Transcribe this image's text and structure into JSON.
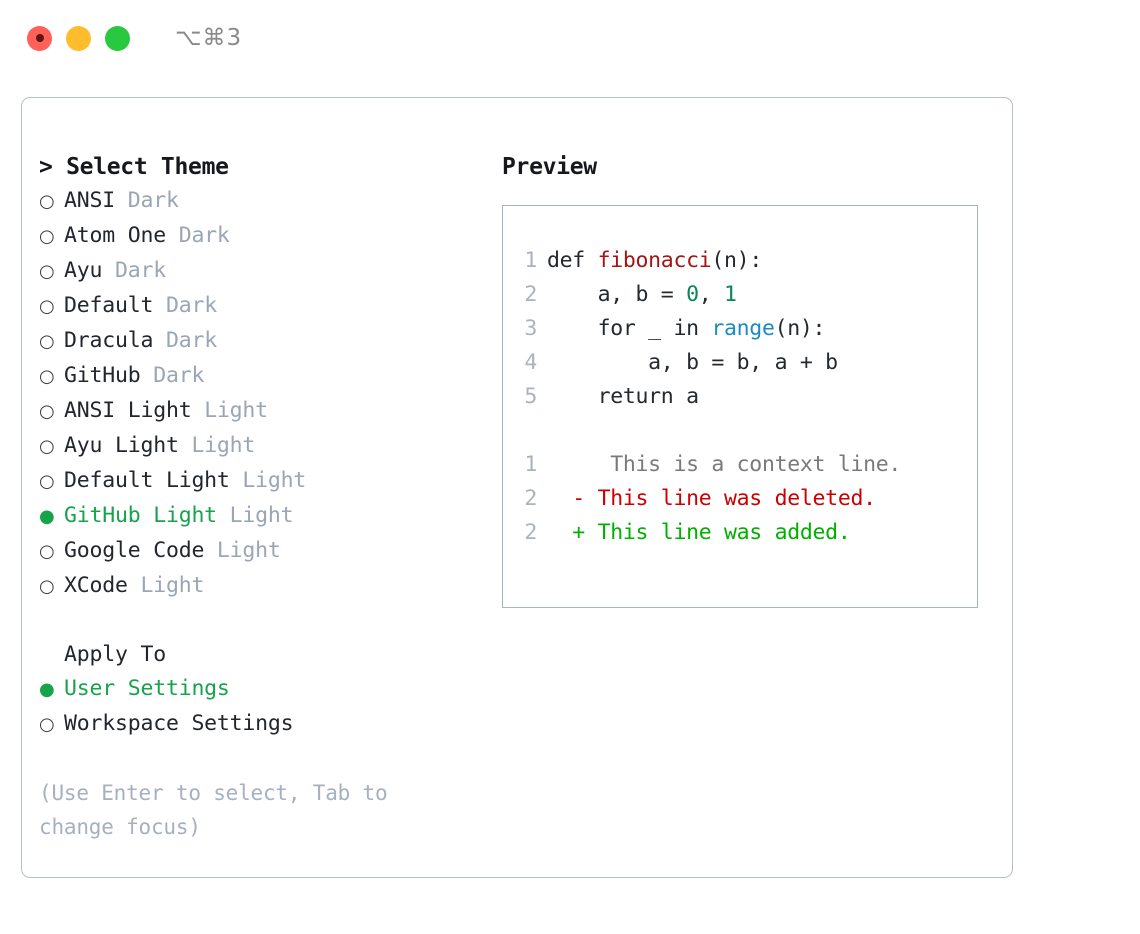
{
  "titlebar": {
    "shortcut": "⌥⌘3",
    "lights": [
      {
        "name": "close",
        "color": "#ff6058"
      },
      {
        "name": "minimize",
        "color": "#ffbd2e"
      },
      {
        "name": "maximize",
        "color": "#28c840"
      }
    ]
  },
  "theme_picker": {
    "header": "> Select Theme",
    "bullet_selected": "●",
    "bullet_unselected": "○",
    "items": [
      {
        "label": "ANSI",
        "tag": "Dark",
        "selected": false
      },
      {
        "label": "Atom One",
        "tag": "Dark",
        "selected": false
      },
      {
        "label": "Ayu",
        "tag": "Dark",
        "selected": false
      },
      {
        "label": "Default",
        "tag": "Dark",
        "selected": false
      },
      {
        "label": "Dracula",
        "tag": "Dark",
        "selected": false
      },
      {
        "label": "GitHub",
        "tag": "Dark",
        "selected": false
      },
      {
        "label": "ANSI Light",
        "tag": "Light",
        "selected": false
      },
      {
        "label": "Ayu Light",
        "tag": "Light",
        "selected": false
      },
      {
        "label": "Default Light",
        "tag": "Light",
        "selected": false
      },
      {
        "label": "GitHub Light",
        "tag": "Light",
        "selected": true
      },
      {
        "label": "Google Code",
        "tag": "Light",
        "selected": false
      },
      {
        "label": "XCode",
        "tag": "Light",
        "selected": false
      }
    ]
  },
  "apply_to": {
    "title": "Apply To",
    "items": [
      {
        "label": "User Settings",
        "selected": true
      },
      {
        "label": "Workspace Settings",
        "selected": false
      }
    ]
  },
  "hint": "(Use Enter to select, Tab to change focus)",
  "preview": {
    "title": "Preview",
    "code_lines": [
      {
        "num": "1",
        "segments": [
          {
            "text": "def ",
            "type": "plain"
          },
          {
            "text": "fibonacci",
            "type": "fn"
          },
          {
            "text": "(n):",
            "type": "plain"
          }
        ]
      },
      {
        "num": "2",
        "segments": [
          {
            "text": "    a, b = ",
            "type": "plain"
          },
          {
            "text": "0",
            "type": "num"
          },
          {
            "text": ", ",
            "type": "plain"
          },
          {
            "text": "1",
            "type": "num"
          }
        ]
      },
      {
        "num": "3",
        "segments": [
          {
            "text": "    for _ in ",
            "type": "plain"
          },
          {
            "text": "range",
            "type": "kwfn"
          },
          {
            "text": "(n):",
            "type": "plain"
          }
        ]
      },
      {
        "num": "4",
        "segments": [
          {
            "text": "        a, b = b, a + b",
            "type": "plain"
          }
        ]
      },
      {
        "num": "5",
        "segments": [
          {
            "text": "    return a",
            "type": "plain"
          }
        ]
      }
    ],
    "diff_lines": [
      {
        "num": "1",
        "marker": " ",
        "text": "  This is a context line.",
        "type": "ctx"
      },
      {
        "num": "2",
        "marker": "-",
        "text": " This line was deleted.",
        "type": "del"
      },
      {
        "num": "2",
        "marker": "+",
        "text": " This line was added.",
        "type": "add"
      }
    ]
  },
  "colors": {
    "accent_green": "#16a34a",
    "diff_add": "#00b000",
    "diff_del": "#cc0000",
    "tag_grey": "#9aa5b5",
    "border": "#b6bfcc"
  }
}
